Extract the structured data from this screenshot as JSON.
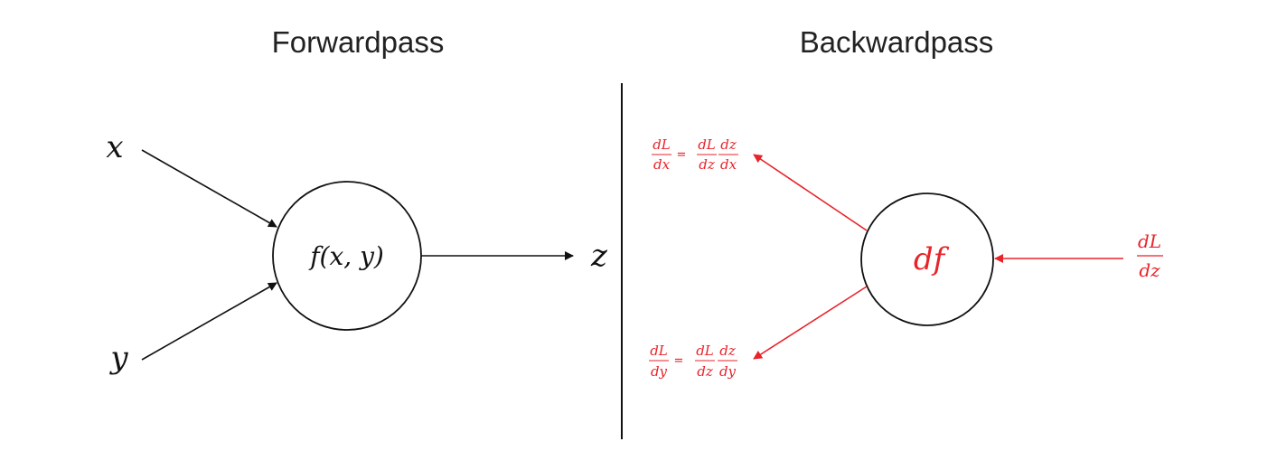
{
  "forward": {
    "title": "Forwardpass",
    "input_x": "x",
    "input_y": "y",
    "node_label": "f(x, y)",
    "output": "z"
  },
  "backward": {
    "title": "Backwardpass",
    "node_label": "df",
    "upstream": {
      "num": "dL",
      "den": "dz"
    },
    "grad_x": {
      "lhs": {
        "num": "dL",
        "den": "dx"
      },
      "eq": "=",
      "r1": {
        "num": "dL",
        "den": "dz"
      },
      "r2": {
        "num": "dz",
        "den": "dx"
      }
    },
    "grad_y": {
      "lhs": {
        "num": "dL",
        "den": "dy"
      },
      "eq": "=",
      "r1": {
        "num": "dL",
        "den": "dz"
      },
      "r2": {
        "num": "dz",
        "den": "dy"
      }
    }
  },
  "colors": {
    "forward": "#111111",
    "backward": "#e8232a",
    "divider": "#111111"
  }
}
